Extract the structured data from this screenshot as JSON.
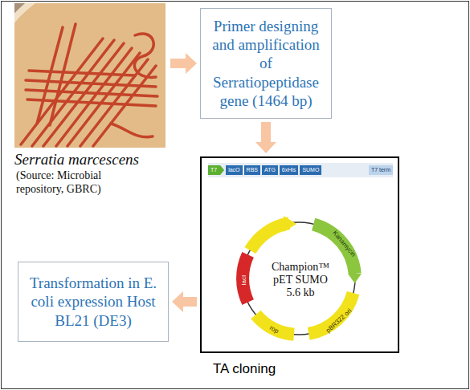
{
  "diagram": {
    "nodes": [
      {
        "text": [
          "Serratia marcescens",
          "(Source: Microbial repository, GBRC)"
        ]
      },
      {
        "text": [
          "Primer designing and amplification of Serratiopeptidase gene (1464 bp)"
        ]
      },
      {
        "text": [
          "TA cloning"
        ]
      },
      {
        "text": [
          "Transformation in E. coli expression Host BL21 (DE3)"
        ]
      }
    ],
    "edges": [
      {
        "from": 0,
        "to": 1,
        "arrow": "to"
      },
      {
        "from": 1,
        "to": 2,
        "arrow": "to"
      },
      {
        "from": 2,
        "to": 3,
        "arrow": "to"
      }
    ],
    "labels": [
      "T7",
      "lacO",
      "RBS",
      "ATG",
      "6xHis",
      "SUMO",
      "T7 term",
      "Champion™ pET SUMO 5.6 kb",
      "Kanamycin",
      "pBR322 ori",
      "rop",
      "lacI"
    ]
  }
}
